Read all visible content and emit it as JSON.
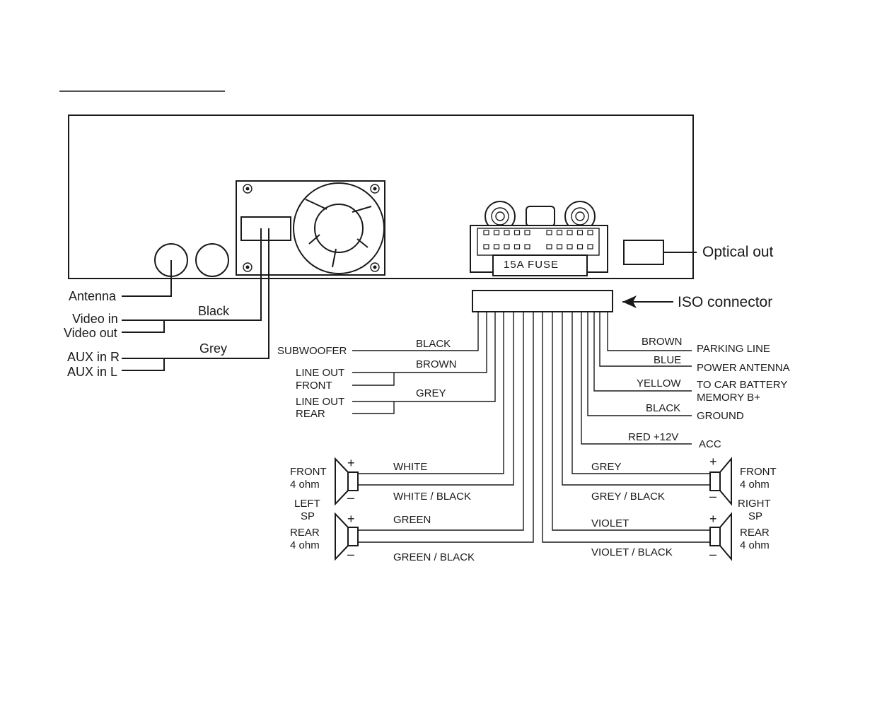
{
  "left_wiring": {
    "antenna": "Antenna",
    "video_in": "Video in",
    "video_out": "Video out",
    "black": "Black",
    "aux_r": "AUX in R",
    "aux_l": "AUX in L",
    "grey": "Grey"
  },
  "unit": {
    "fuse": "15A FUSE",
    "optical_out": "Optical out",
    "iso_connector": "ISO connector"
  },
  "center_wiring": {
    "subwoofer": "SUBWOOFER",
    "subwoofer_wire": "BLACK",
    "line_out_front_1": "LINE OUT",
    "line_out_front_2": "FRONT",
    "line_out_front_wire": "BROWN",
    "line_out_rear_1": "LINE OUT",
    "line_out_rear_2": "REAR",
    "line_out_rear_wire": "GREY"
  },
  "right_wiring": [
    {
      "wire": "BROWN",
      "function_lines": [
        "PARKING LINE"
      ]
    },
    {
      "wire": "BLUE",
      "function_lines": [
        "POWER ANTENNA"
      ]
    },
    {
      "wire": "YELLOW",
      "function_lines": [
        "TO CAR BATTERY",
        "MEMORY B+"
      ]
    },
    {
      "wire": "BLACK",
      "function_lines": [
        "GROUND"
      ]
    },
    {
      "wire": "RED +12V",
      "function_lines": [
        "ACC"
      ]
    }
  ],
  "speakers": {
    "plus": "+",
    "minus": "–",
    "left": {
      "front_1": "FRONT",
      "front_2": "4 ohm",
      "side_1": "LEFT",
      "side_2": "SP",
      "rear_1": "REAR",
      "rear_2": "4 ohm",
      "front_pos_wire": "WHITE",
      "front_neg_wire": "WHITE / BLACK",
      "rear_pos_wire": "GREEN",
      "rear_neg_wire": "GREEN / BLACK"
    },
    "right": {
      "front_1": "FRONT",
      "front_2": "4 ohm",
      "side_1": "RIGHT",
      "side_2": "SP",
      "rear_1": "REAR",
      "rear_2": "4 ohm",
      "front_pos_wire": "GREY",
      "front_neg_wire": "GREY / BLACK",
      "rear_pos_wire": "VIOLET",
      "rear_neg_wire": "VIOLET / BLACK"
    }
  }
}
